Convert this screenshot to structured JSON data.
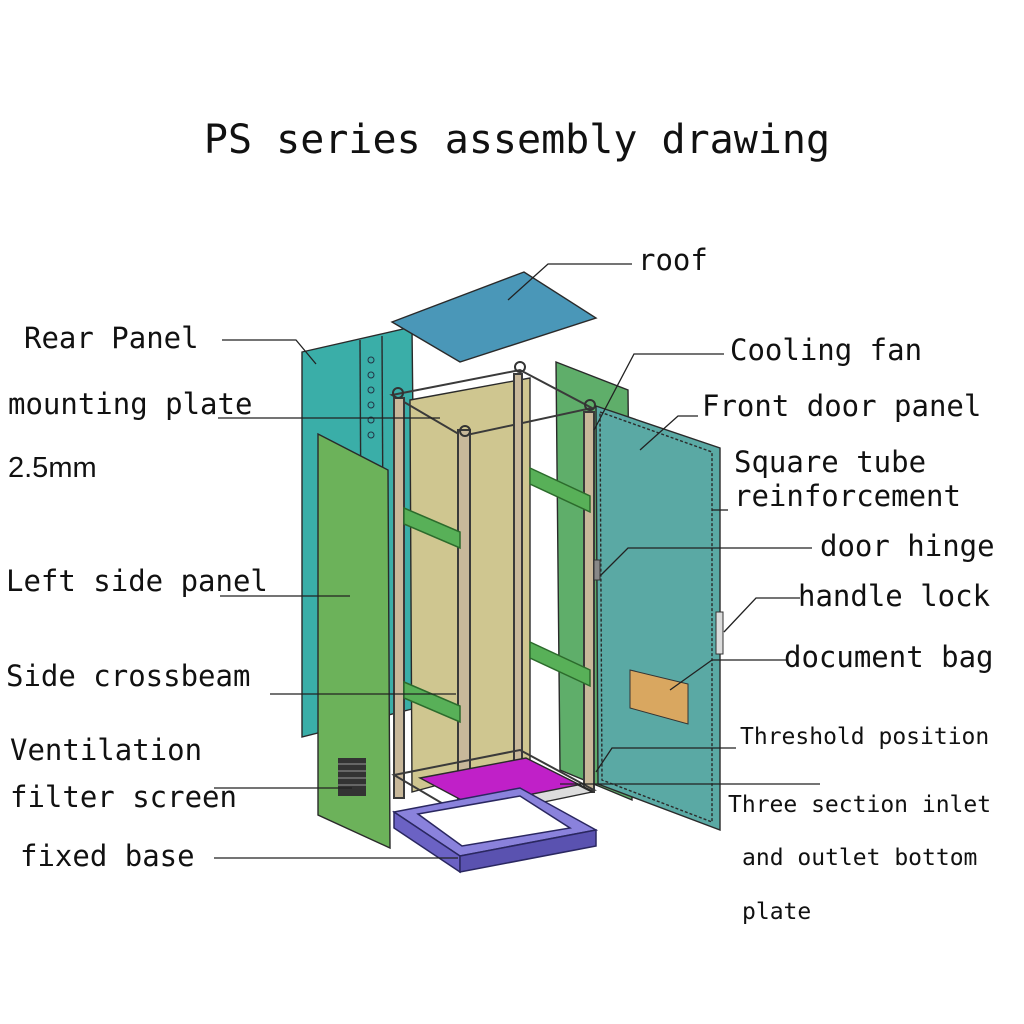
{
  "title": "PS series assembly drawing",
  "labels": {
    "roof": "roof",
    "rear_panel": "Rear Panel",
    "mounting_plate": "mounting plate",
    "thickness": "2.5mm",
    "cooling_fan": "Cooling fan",
    "front_door_panel": "Front door panel",
    "square_tube_line1": "Square tube",
    "square_tube_line2": "reinforcement",
    "door_hinge": "door hinge",
    "handle_lock": "handle lock",
    "document_bag": "document bag",
    "left_side_panel": "Left side panel",
    "side_crossbeam": "Side crossbeam",
    "ventilation_line1": "Ventilation",
    "ventilation_line2": "filter screen",
    "threshold_position": "Threshold position",
    "bottom_plate_line1": "Three section inlet",
    "bottom_plate_line2": "and outlet bottom",
    "bottom_plate_line3": "plate",
    "fixed_base": "fixed base"
  },
  "colors": {
    "roof": "#4a97b8",
    "rear_panel": "#3aaea8",
    "left_side_panel": "#6cb25a",
    "mounting_plate": "#cfc690",
    "frame": "#c8b89a",
    "front_door": "#5aa9a4",
    "right_side_panel": "#5fae6a",
    "document_bag": "#d9a760",
    "bottom_plate": "#c020c8",
    "fixed_base": "#6b62c4",
    "crossbeam": "#58b058"
  }
}
